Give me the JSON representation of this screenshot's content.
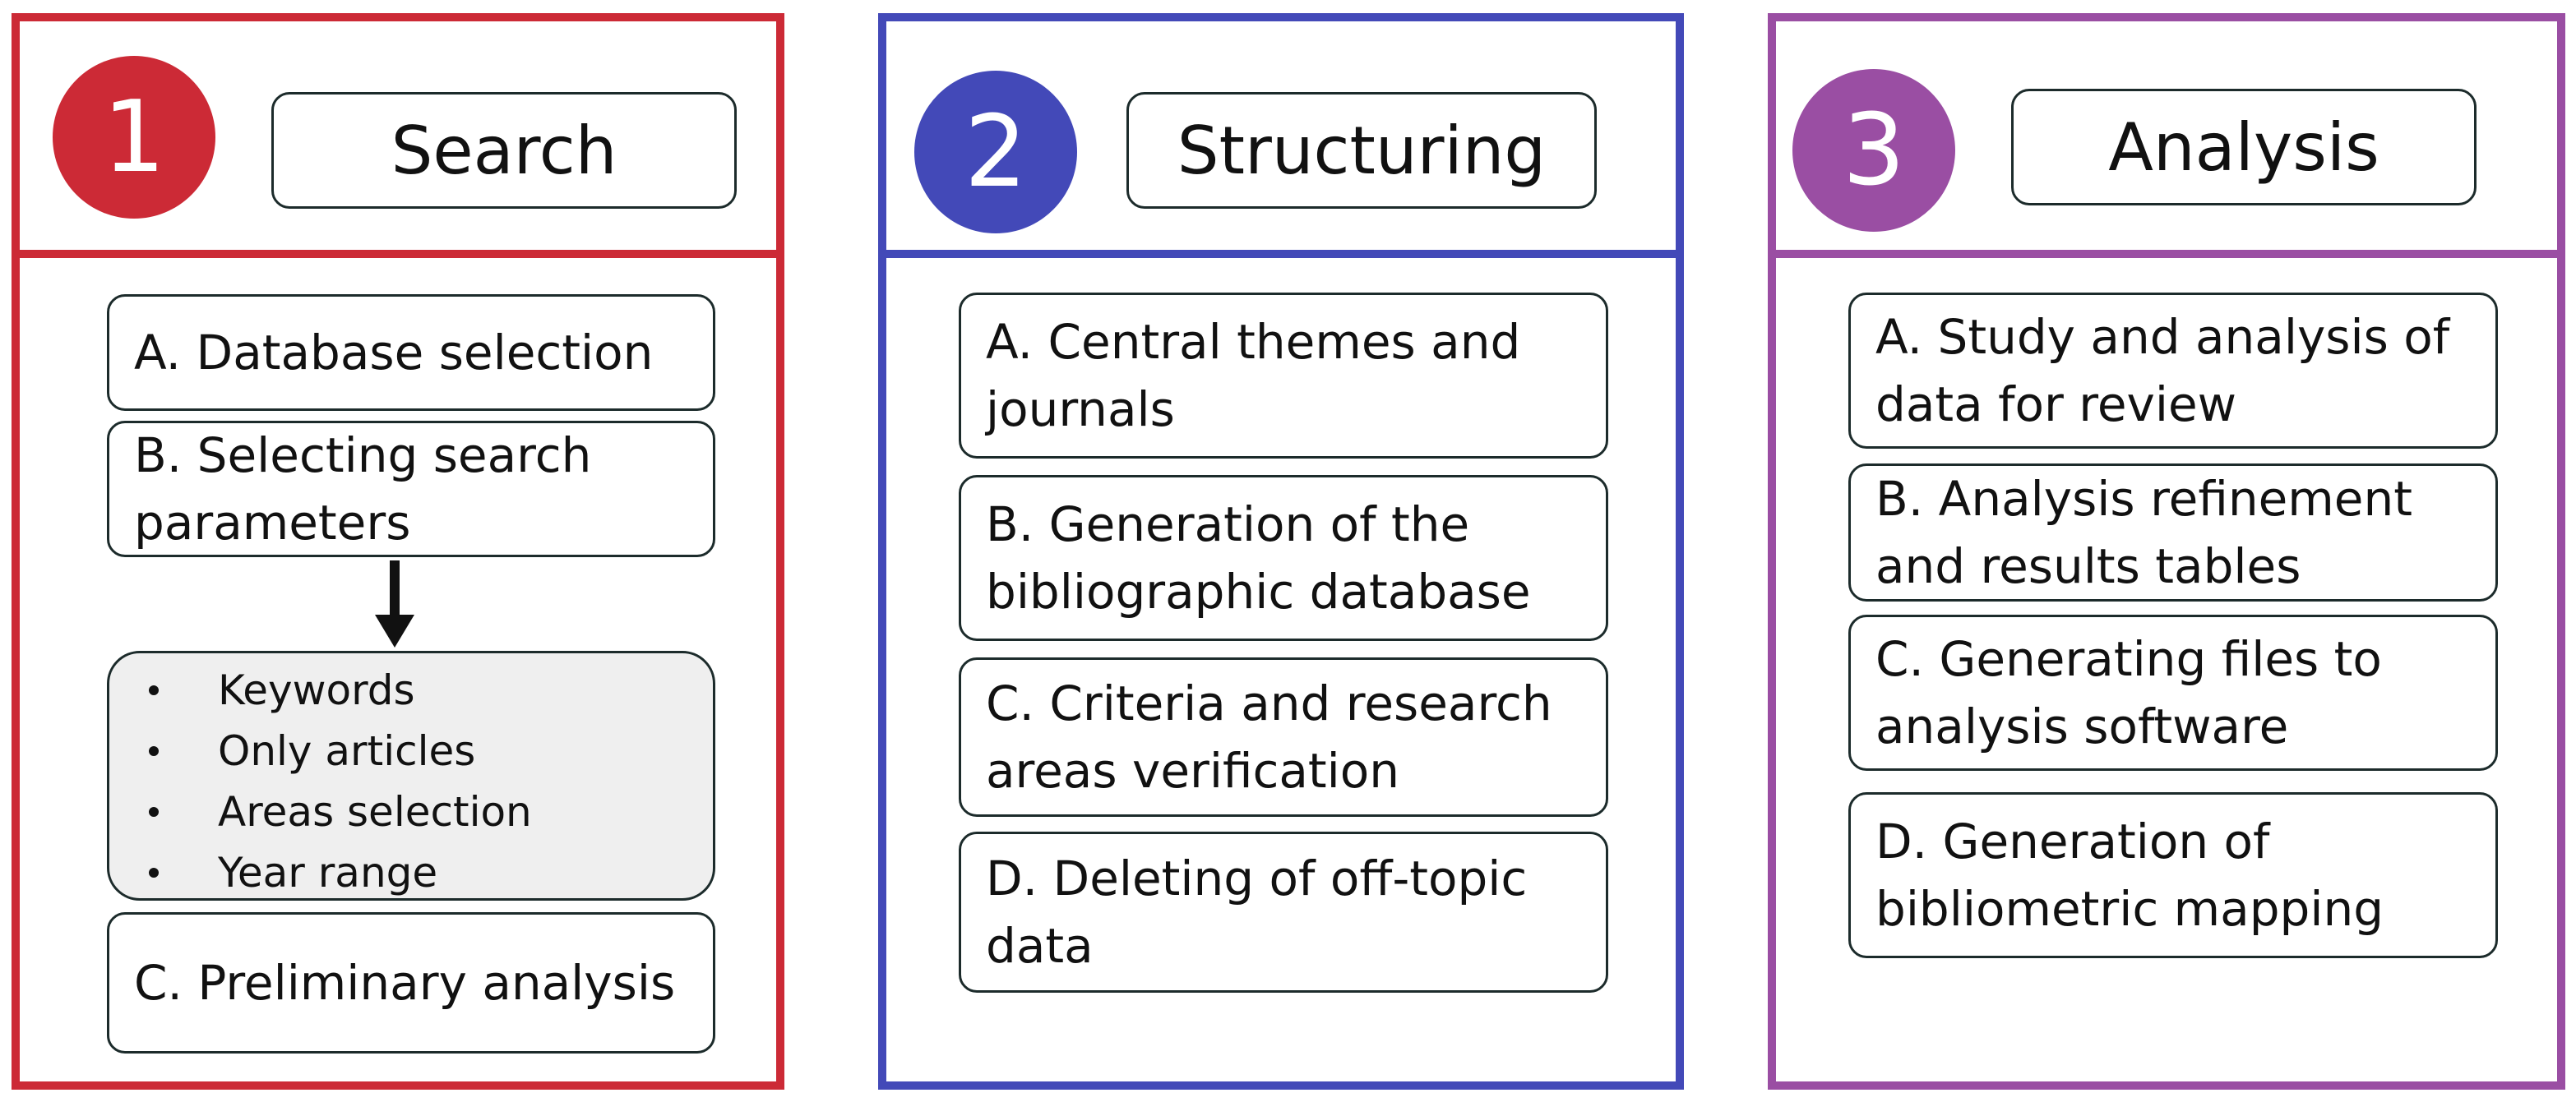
{
  "colors": {
    "search": "#cc2a36",
    "structuring": "#4349b8",
    "analysis": "#9a4ea3"
  },
  "panels": [
    {
      "number": "1",
      "title": "Search",
      "steps": [
        "A. Database selection",
        "B. Selecting search parameters",
        "C. Preliminary analysis"
      ],
      "parameters": [
        "Keywords",
        "Only articles",
        "Areas selection",
        "Year range"
      ]
    },
    {
      "number": "2",
      "title": "Structuring",
      "steps": [
        "A. Central themes and journals",
        "B. Generation of the bibliographic database",
        "C. Criteria and research areas verification",
        "D. Deleting of off-topic data"
      ]
    },
    {
      "number": "3",
      "title": "Analysis",
      "steps": [
        "A. Study and analysis of data for review",
        "B. Analysis refinement and results tables",
        "C. Generating files to analysis software",
        "D. Generation of bibliometric mapping"
      ]
    }
  ]
}
